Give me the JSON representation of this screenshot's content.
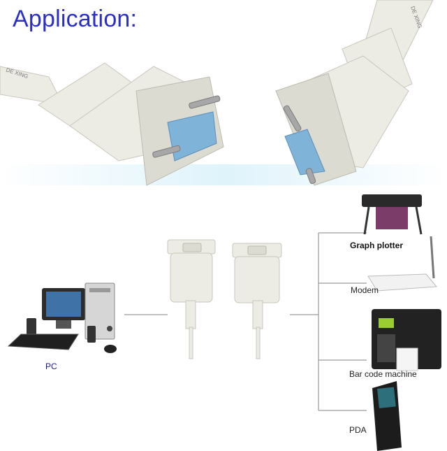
{
  "header": {
    "title": "Application:"
  },
  "hero": {
    "cable_left_print": "DE XING",
    "cable_right_print": "DE XING"
  },
  "devices": {
    "pc": "PC",
    "plotter": "Graph plotter",
    "modem": "Modem",
    "barcode": "Bar code machine",
    "pda": "PDA"
  }
}
